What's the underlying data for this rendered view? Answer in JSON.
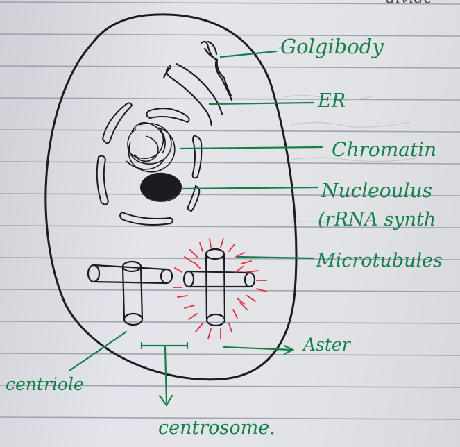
{
  "labels": {
    "golgi": "Golgibody",
    "er": "ER",
    "chromatin": "Chromatin",
    "nucleolus": "Nucleoulus",
    "rrna": "(rRNA synth",
    "microtubules": "Microtubules",
    "aster": "Aster",
    "centriole": "centriole",
    "centrosome": "centrosome."
  },
  "top_scribble": "divide",
  "colors": {
    "ink_pen": "#1d1a22",
    "label_green": "#13804a",
    "aster_red": "#e8283a",
    "ruled_line": "#8d8fa3",
    "margin_line": "#8d8fa3"
  }
}
